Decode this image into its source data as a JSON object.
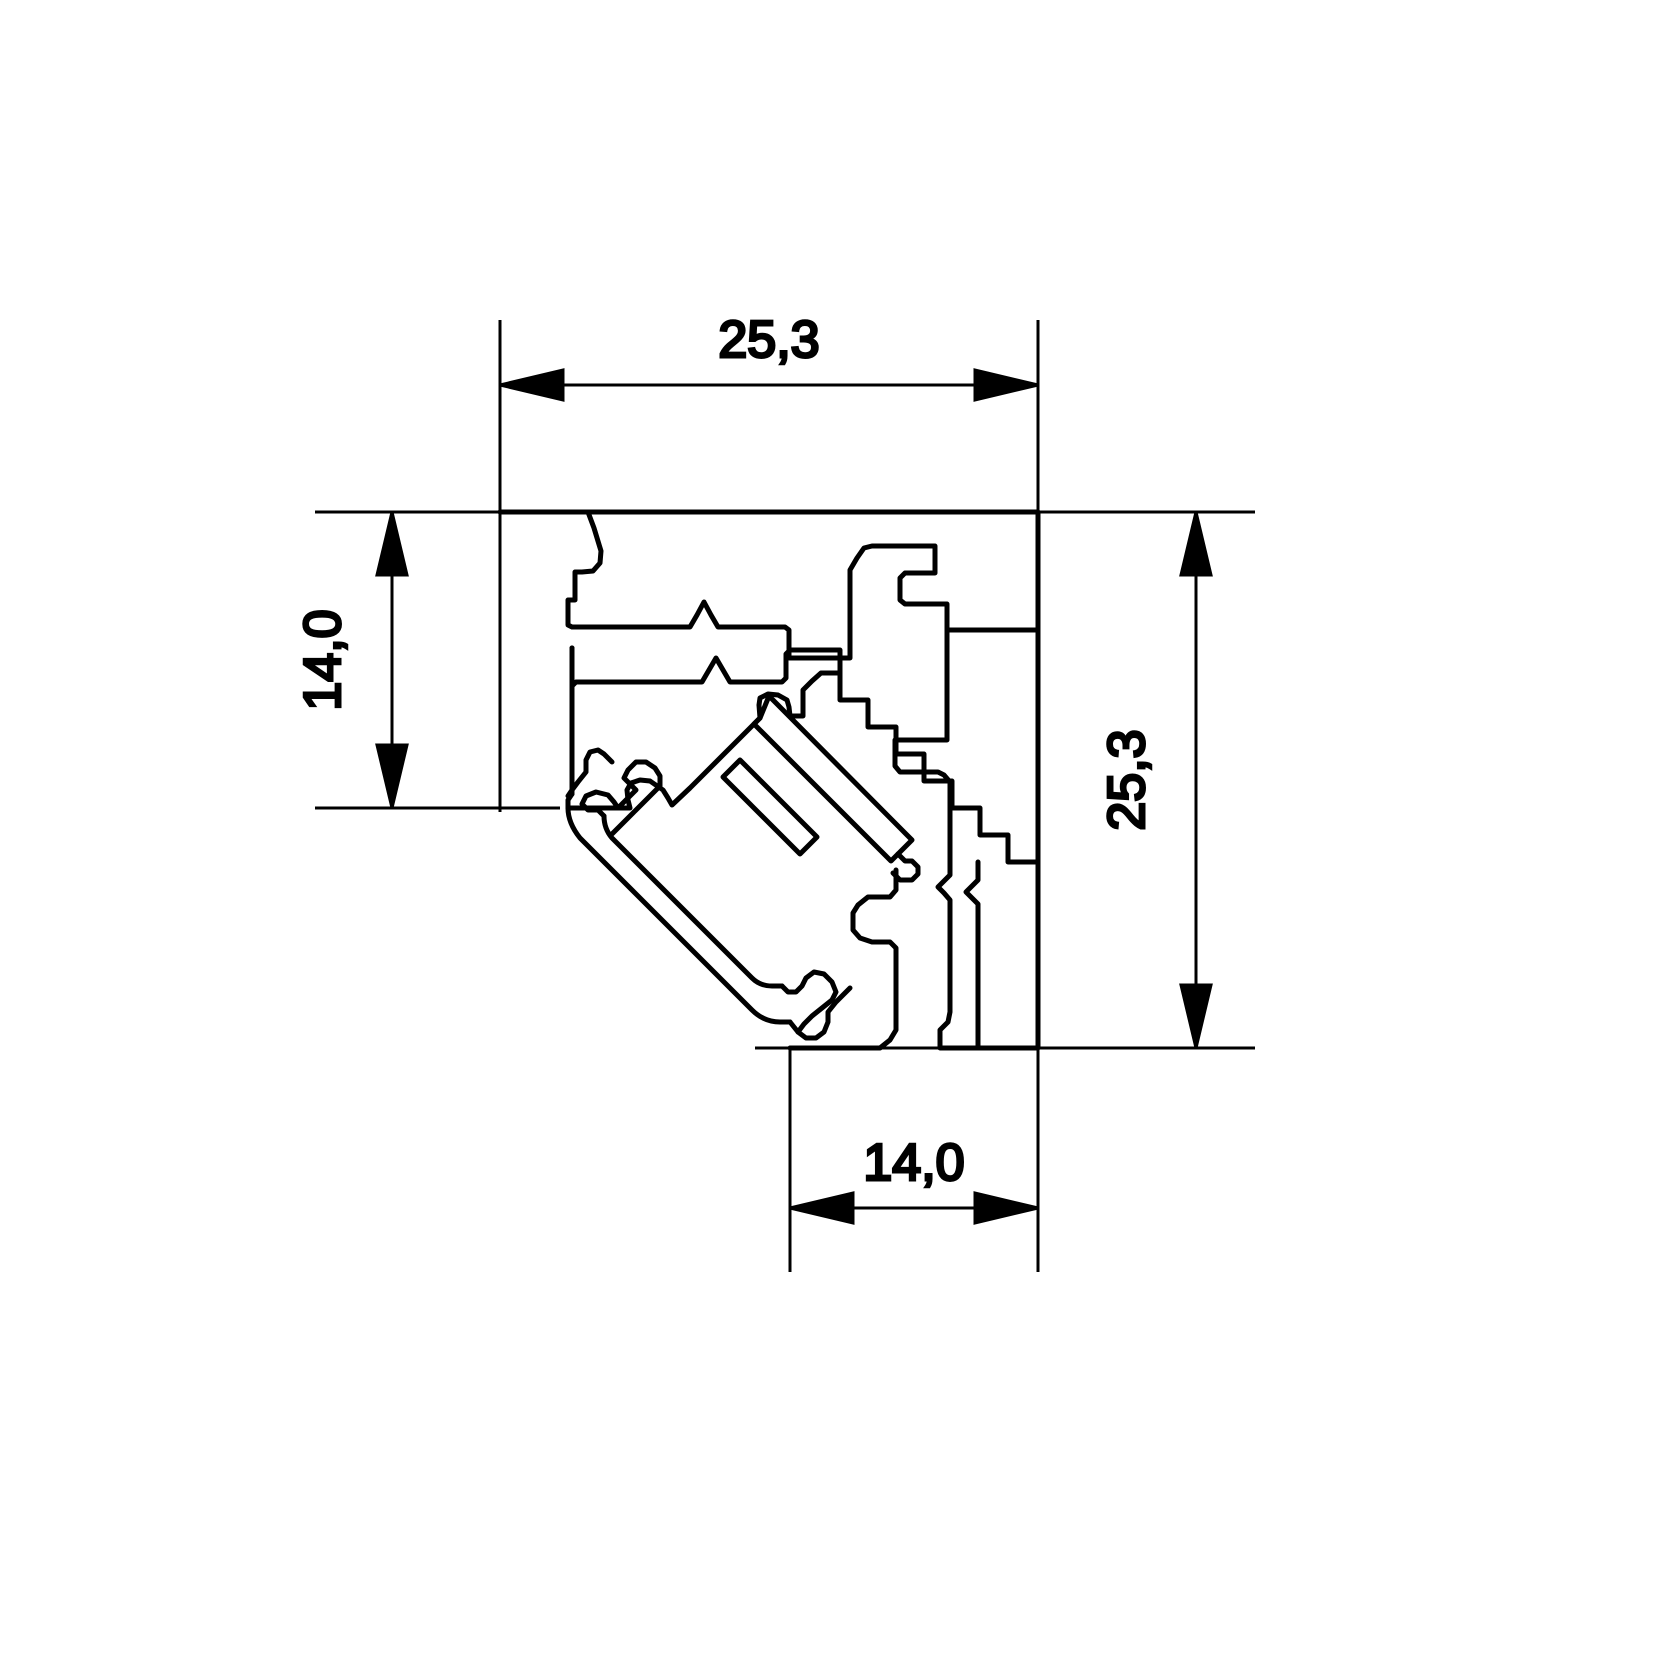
{
  "drawing": {
    "type": "technical-cross-section",
    "subject": "45-degree corner LED aluminium extrusion profile",
    "units": "mm",
    "decimal_separator": ",",
    "line_color": "#000000",
    "background_color": "#ffffff"
  },
  "dimensions": {
    "top": {
      "id": "width-overall",
      "label": "25,3",
      "orientation": "horizontal",
      "rotation_deg": 0,
      "position": "top"
    },
    "right": {
      "id": "height-overall",
      "label": "25,3",
      "orientation": "vertical",
      "rotation_deg": -90,
      "position": "right"
    },
    "left": {
      "id": "height-left-leg",
      "label": "14,0",
      "orientation": "vertical",
      "rotation_deg": -90,
      "position": "left"
    },
    "bottom": {
      "id": "width-bottom-leg",
      "label": "14,0",
      "orientation": "horizontal",
      "rotation_deg": 0,
      "position": "bottom"
    }
  },
  "chart_data": {
    "type": "table",
    "title": "",
    "categories": [
      "Overall width",
      "Overall height",
      "Left leg height",
      "Bottom leg width"
    ],
    "values": [
      25.3,
      25.3,
      14.0,
      14.0
    ],
    "labels": [
      "25,3",
      "25,3",
      "14,0",
      "14,0"
    ],
    "units": "mm"
  }
}
